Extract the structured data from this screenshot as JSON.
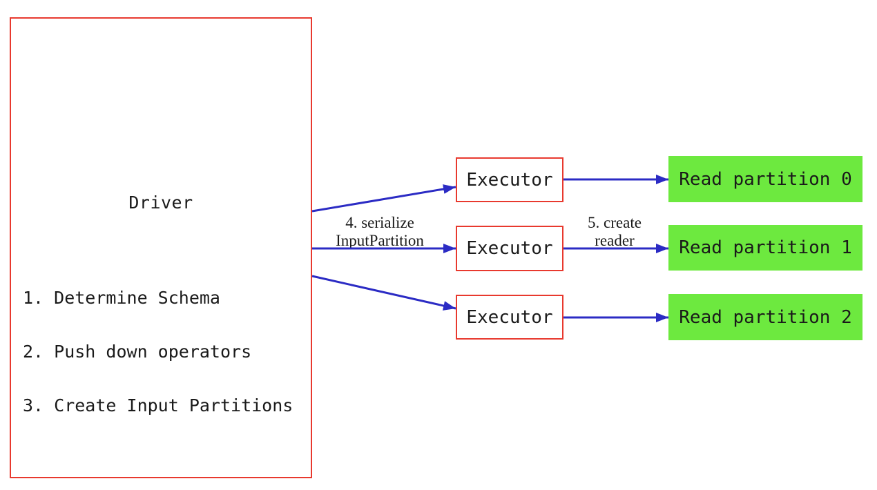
{
  "diagram": {
    "driver": {
      "title": "Driver",
      "steps": [
        "1. Determine Schema",
        "2. Push down operators",
        "3. Create Input Partitions"
      ]
    },
    "executors": [
      {
        "label": "Executor"
      },
      {
        "label": "Executor"
      },
      {
        "label": "Executor"
      }
    ],
    "partitions": [
      {
        "label": "Read partition 0"
      },
      {
        "label": "Read partition 1"
      },
      {
        "label": "Read partition 2"
      }
    ],
    "edge_labels": {
      "serialize": {
        "line1": "4. serialize",
        "line2": "InputPartition"
      },
      "create_reader": {
        "line1": "5. create",
        "line2": "reader"
      }
    },
    "colors": {
      "box_border": "#e8392e",
      "arrow": "#2b2bc4",
      "partition_fill": "#6de93f",
      "text": "#1a1a1a"
    }
  }
}
